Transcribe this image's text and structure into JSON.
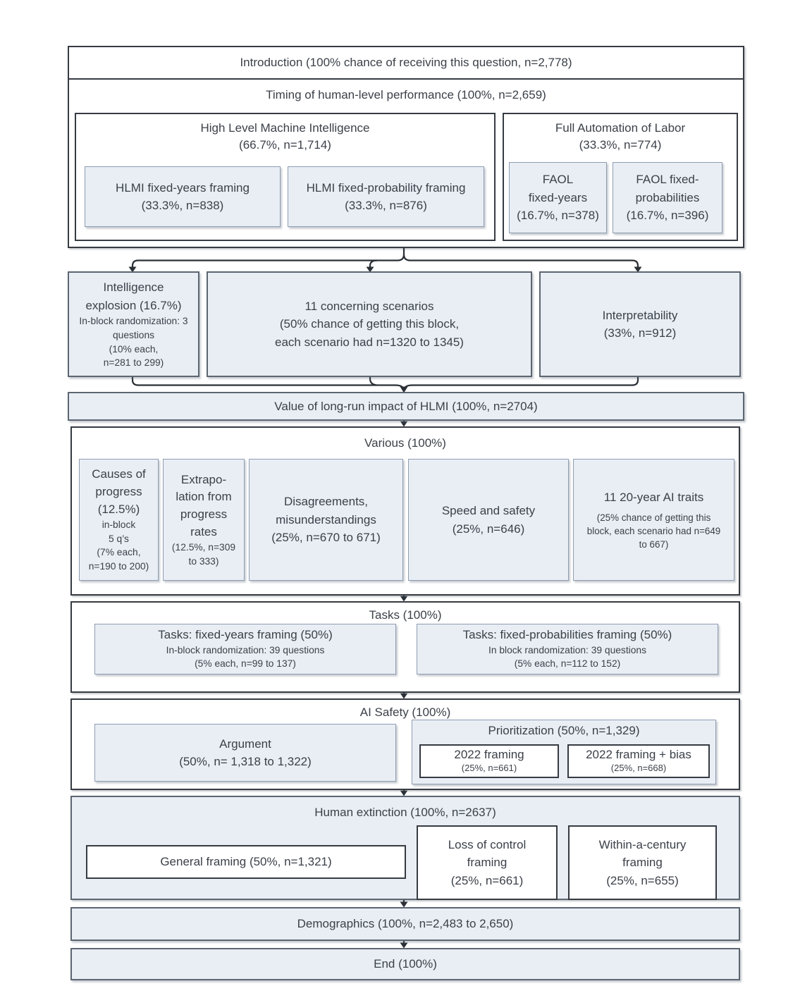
{
  "colors": {
    "box_fill": "#e9eef5",
    "frame_border": "#363b42",
    "gray_border": "#5c6670",
    "light_border": "#8e9db1",
    "text": "#3b4149",
    "arrow": "#2b3036",
    "background": "#ffffff"
  },
  "intro": {
    "title": "Introduction (100% chance of receiving this question, n=2,778)"
  },
  "timing": {
    "title": "Timing of human-level performance (100%, n=2,659)",
    "hlmi": {
      "title": [
        "High Level Machine Intelligence",
        "(66.7%, n=1,714)"
      ],
      "fixed_years": [
        "HLMI fixed-years framing",
        "(33.3%, n=838)"
      ],
      "fixed_probability": [
        "HLMI fixed-probability framing",
        "(33.3%, n=876)"
      ]
    },
    "faol": {
      "title": [
        "Full Automation of Labor",
        "(33.3%, n=774)"
      ],
      "fixed_years": [
        "FAOL",
        "fixed-years",
        "(16.7%, n=378)"
      ],
      "fixed_probabilities": [
        "FAOL fixed-",
        "probabilities",
        "(16.7%, n=396)"
      ]
    }
  },
  "post_timing": {
    "intelligence_explosion": {
      "title": [
        "Intelligence",
        "explosion (16.7%)"
      ],
      "sub": [
        "In-block randomization: 3",
        "questions",
        "(10% each,",
        "n=281 to 299)"
      ]
    },
    "concerning_scenarios": {
      "title": [
        "11 concerning scenarios",
        "(50% chance of getting this block,",
        "each scenario had n=1320 to 1345)"
      ]
    },
    "interpretability": {
      "title": [
        "Interpretability",
        "(33%, n=912)"
      ]
    }
  },
  "value_of_impact": {
    "title": "Value of long-run impact of HLMI (100%, n=2704)"
  },
  "various": {
    "title": "Various (100%)",
    "causes_of_progress": {
      "title": [
        "Causes of",
        "progress",
        "(12.5%)"
      ],
      "sub": [
        "in-block",
        "5 q’s",
        "(7% each,",
        "n=190 to 200)"
      ]
    },
    "extrapolation": {
      "title": [
        "Extrapo-",
        "lation from",
        "progress",
        "rates"
      ],
      "sub": [
        "(12.5%, n=309",
        "to 333)"
      ]
    },
    "disagreements": {
      "title": [
        "Disagreements,",
        "misunderstandings",
        "(25%, n=670 to 671)"
      ]
    },
    "speed_and_safety": {
      "title": [
        "Speed and safety",
        "(25%, n=646)"
      ]
    },
    "ai_traits": {
      "title": [
        "11 20-year AI traits"
      ],
      "sub": [
        "(25% chance of getting this",
        "block, each scenario had n=649",
        "to 667)"
      ]
    }
  },
  "tasks": {
    "title": "Tasks (100%)",
    "fixed_years": {
      "title": [
        "Tasks: fixed-years framing (50%)"
      ],
      "sub": [
        "In-block randomization: 39 questions",
        "(5% each, n=99 to 137)"
      ]
    },
    "fixed_probabilities": {
      "title": [
        "Tasks: fixed-probabilities framing (50%)"
      ],
      "sub": [
        "In block randomization: 39 questions",
        "(5% each, n=112 to 152)"
      ]
    }
  },
  "ai_safety": {
    "title": "AI Safety (100%)",
    "argument": {
      "title": [
        "Argument",
        "(50%, n= 1,318 to 1,322)"
      ]
    },
    "prioritization": {
      "title": "Prioritization (50%, n=1,329)",
      "framing_2022": {
        "title": [
          "2022 framing"
        ],
        "sub": [
          "(25%, n=661)"
        ]
      },
      "framing_2022_bias": {
        "title": [
          "2022 framing + bias"
        ],
        "sub": [
          "(25%, n=668)"
        ]
      }
    }
  },
  "human_extinction": {
    "title": "Human extinction (100%, n=2637)",
    "general": {
      "title": [
        "General framing (50%, n=1,321)"
      ]
    },
    "loss_of_control": {
      "title": [
        "Loss of control",
        "framing",
        "(25%, n=661)"
      ]
    },
    "within_century": {
      "title": [
        "Within-a-century",
        "framing",
        "(25%, n=655)"
      ]
    }
  },
  "demographics": {
    "title": "Demographics (100%, n=2,483 to 2,650)"
  },
  "end": {
    "title": "End (100%)"
  }
}
